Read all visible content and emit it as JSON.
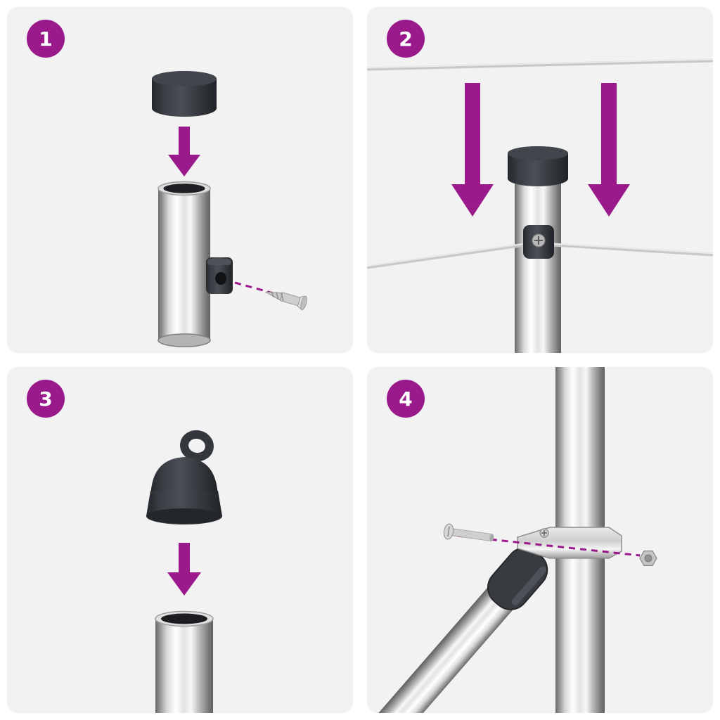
{
  "document": {
    "kind": "assembly-instructions",
    "step_count": 4
  },
  "colors": {
    "accent_purple": "#9A1A8C",
    "panel_background": "#F2F2F2",
    "page_background": "#FFFFFF",
    "cap_dark": "#34383D",
    "metal_highlight": "#FFFFFF",
    "metal_shadow": "#6A6A6A",
    "wire_gray": "#C9C9C9"
  },
  "steps": [
    {
      "number": "1",
      "parts": [
        "post-cap",
        "down-arrow",
        "metal-post",
        "screw-fitting",
        "screw",
        "dashed-guide-line"
      ]
    },
    {
      "number": "2",
      "parts": [
        "tension-wire-top",
        "down-arrow",
        "down-arrow",
        "post-cap",
        "metal-post",
        "wire-holder",
        "tension-wire-through-holder"
      ]
    },
    {
      "number": "3",
      "parts": [
        "eyelet-cap",
        "down-arrow",
        "metal-post"
      ]
    },
    {
      "number": "4",
      "parts": [
        "metal-post",
        "brace-post",
        "brace-connector",
        "brace-clamp",
        "bolt",
        "nut",
        "dashed-guide-line"
      ]
    }
  ]
}
